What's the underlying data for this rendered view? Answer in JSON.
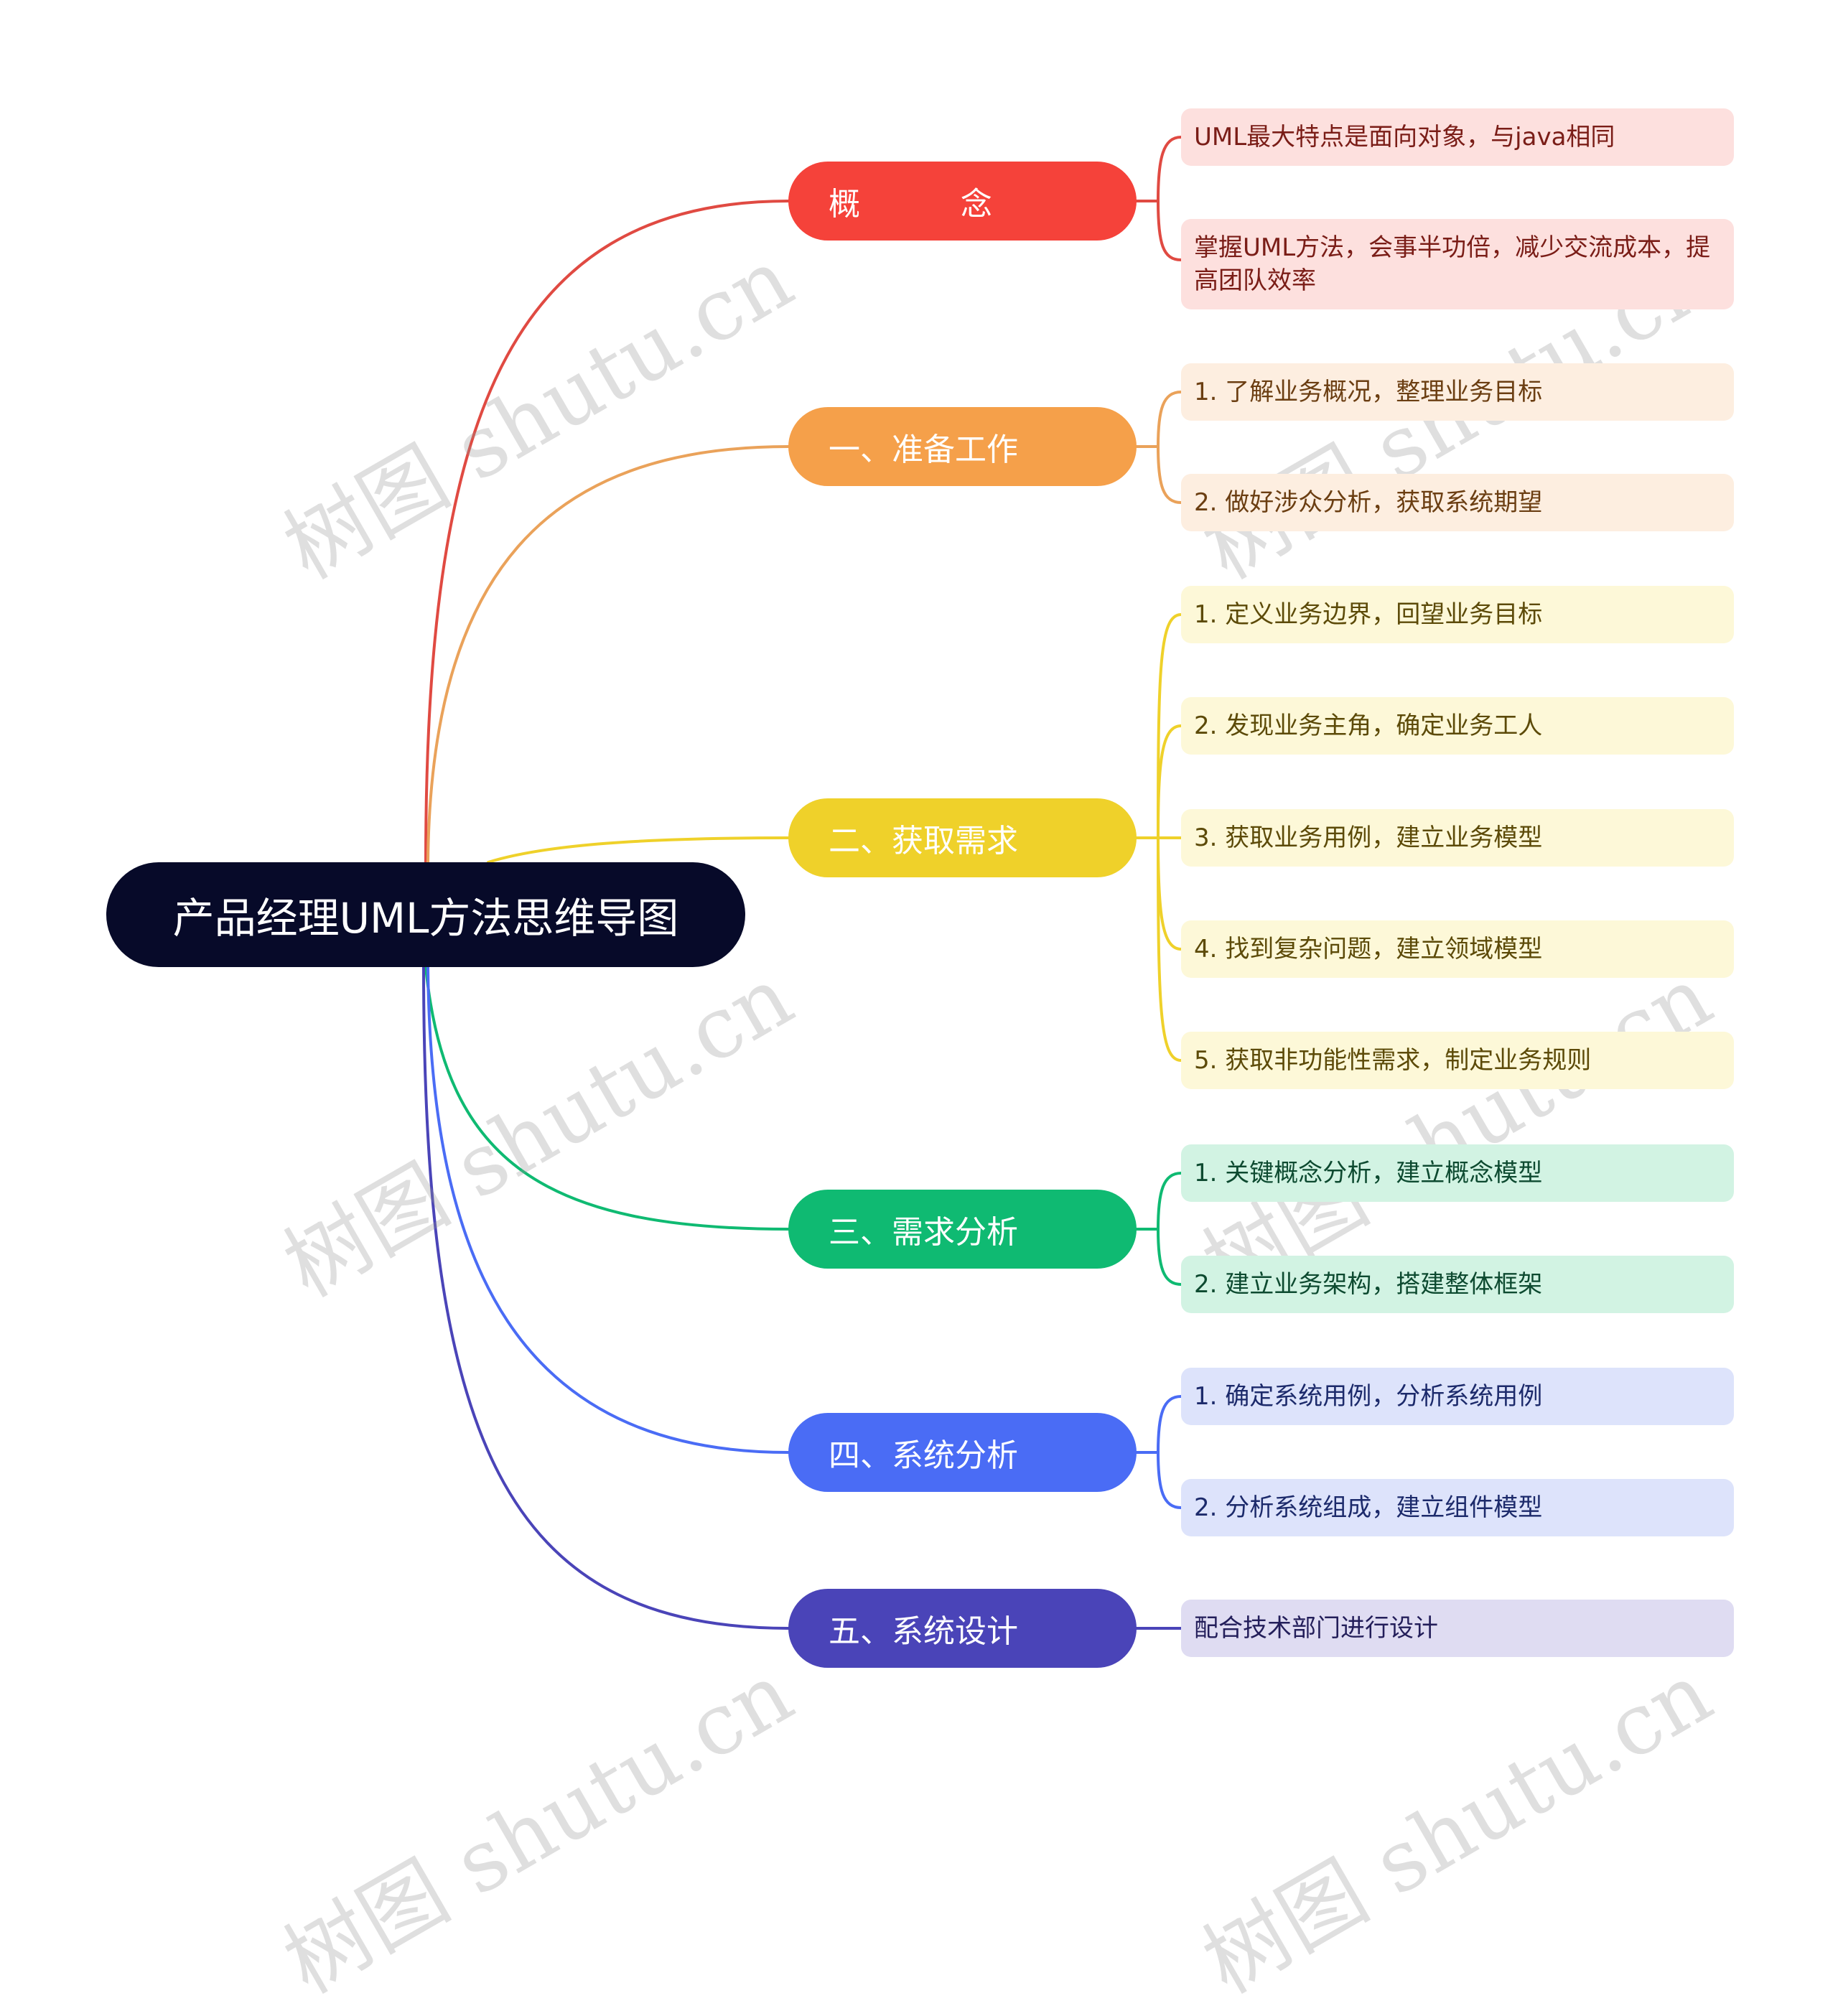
{
  "root": {
    "title": "产品经理UML方法思维导图",
    "color": "#070a29"
  },
  "watermark": "树图 shutu.cn",
  "branches": [
    {
      "label": "概          念",
      "color": "#f5423a",
      "leaf_bg": "#fde0de",
      "leaf_text": "#7a1d17",
      "leaves": [
        "UML最大特点是面向对象，与java相同",
        "掌握UML方法，会事半功倍，减少交流成本，提高团队效率"
      ]
    },
    {
      "label": "一、准备工作",
      "color": "#f5a04a",
      "leaf_bg": "#fdeee0",
      "leaf_text": "#6b3e12",
      "leaves": [
        "1. 了解业务概况，整理业务目标",
        "2. 做好涉众分析，获取系统期望"
      ]
    },
    {
      "label": "二、获取需求",
      "color": "#efd12a",
      "leaf_bg": "#fdf8d8",
      "leaf_text": "#5c4a08",
      "leaves": [
        "1. 定义业务边界，回望业务目标",
        "2. 发现业务主角，确定业务工人",
        "3. 获取业务用例，建立业务模型",
        "4.  找到复杂问题，建立领域模型",
        "5. 获取非功能性需求，制定业务规则"
      ]
    },
    {
      "label": "三、需求分析",
      "color": "#0fba72",
      "leaf_bg": "#d2f3e3",
      "leaf_text": "#0d4a30",
      "leaves": [
        "1. 关键概念分析，建立概念模型",
        "2.  建立业务架构，搭建整体框架"
      ]
    },
    {
      "label": "四、系统分析",
      "color": "#4a6cf5",
      "leaf_bg": "#dde3fb",
      "leaf_text": "#1c2a6b",
      "leaves": [
        "1. 确定系统用例，分析系统用例",
        "2. 分析系统组成，建立组件模型"
      ]
    },
    {
      "label": "五、系统设计",
      "color": "#4a44b8",
      "leaf_bg": "#dfdcf2",
      "leaf_text": "#231e5a",
      "leaves": [
        "配合技术部门进行设计"
      ]
    }
  ]
}
